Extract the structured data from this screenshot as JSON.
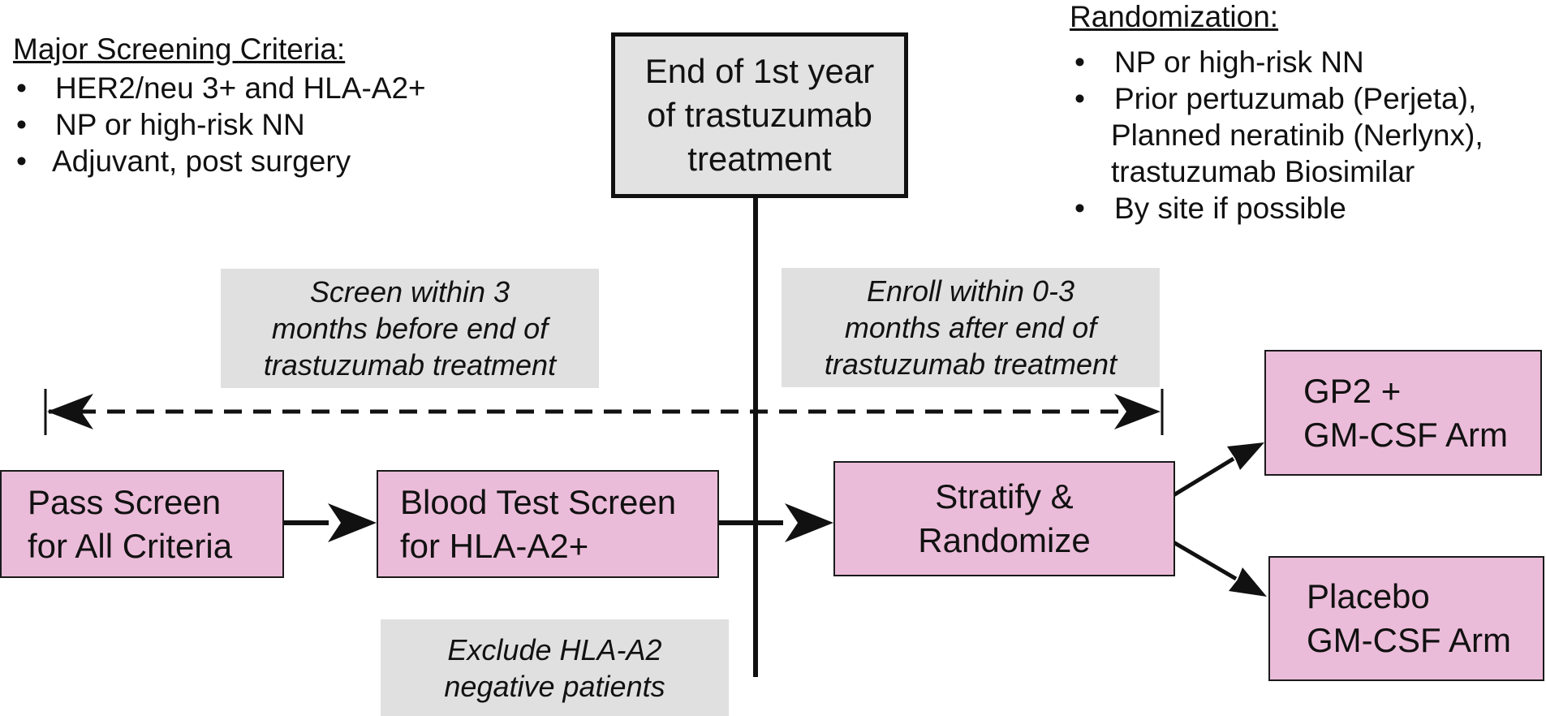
{
  "screening": {
    "heading": "Major Screening Criteria:",
    "items": [
      "HER2/neu 3+ and HLA-A2+",
      "NP or high-risk NN",
      "Adjuvant, post surgery"
    ]
  },
  "randomization": {
    "heading": "Randomization:",
    "items": [
      {
        "lines": [
          "NP or high-risk NN"
        ]
      },
      {
        "lines": [
          "Prior pertuzumab (Perjeta),",
          "Planned neratinib (Nerlynx),",
          "trastuzumab Biosimilar"
        ]
      },
      {
        "lines": [
          "By site if possible"
        ]
      }
    ]
  },
  "timeline_marker": {
    "lines": [
      "End of 1st year",
      "of trastuzumab",
      "treatment"
    ]
  },
  "screen_window": {
    "lines": [
      "Screen within 3",
      "months before end of",
      "trastuzumab treatment"
    ]
  },
  "enroll_window": {
    "lines": [
      "Enroll within 0-3",
      "months after end of",
      "trastuzumab treatment"
    ]
  },
  "exclude_note": {
    "lines": [
      "Exclude HLA-A2",
      "negative patients"
    ]
  },
  "steps": {
    "pass_screen": {
      "lines": [
        "Pass Screen",
        "for All Criteria"
      ]
    },
    "blood_test": {
      "lines": [
        "Blood Test Screen",
        "for HLA-A2+"
      ]
    },
    "stratify": {
      "lines": [
        "Stratify &",
        "Randomize"
      ]
    },
    "gp2_arm": {
      "lines": [
        "GP2 +",
        "GM-CSF Arm"
      ]
    },
    "placebo_arm": {
      "lines": [
        "Placebo",
        "GM-CSF Arm"
      ]
    }
  },
  "bullet_glyph": "•",
  "colors": {
    "step_fill": "#ebbcd9",
    "note_fill": "#e0e0e0",
    "marker_fill": "#e2e2e2",
    "line": "#111111"
  }
}
